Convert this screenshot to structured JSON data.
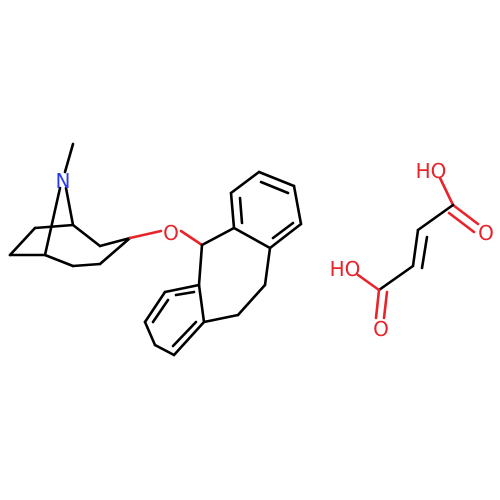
{
  "colors": {
    "bond": "#000000",
    "oxygen": "#e8242a",
    "nitrogen": "#2b3cf0",
    "background": "#ffffff"
  },
  "labels": {
    "nitrogen": "N",
    "ether_oxygen": "O",
    "acid_oh_top": "HO",
    "acid_oh_left": "HO",
    "carbonyl_o_right": "O",
    "carbonyl_o_bottom": "O"
  }
}
